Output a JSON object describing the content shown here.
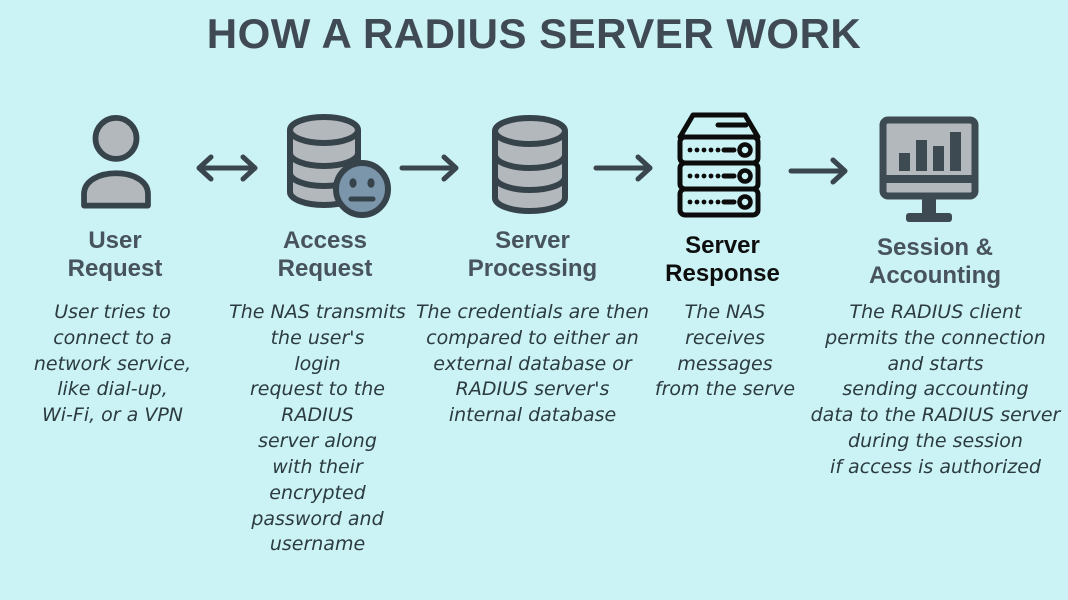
{
  "title": "HOW A RADIUS SERVER WORK",
  "colors": {
    "background": "#cbf2f4",
    "title_text": "#3f4a54",
    "heading_text": "#47535d",
    "heading_text_dark": "#0e0e0e",
    "body_text": "#2b3b40",
    "icon_fill": "#b3b8bd",
    "icon_stroke": "#37434b",
    "face_badge_fill": "#7b95ab",
    "server_rack_stroke": "#0c0c0c",
    "arrow": "#3a464e"
  },
  "steps": [
    {
      "id": "user-request",
      "icon": "person-icon",
      "heading": "User\nRequest",
      "description": "User tries to\nconnect to a\nnetwork service,\nlike dial-up,\nWi-Fi, or a VPN"
    },
    {
      "id": "access-request",
      "icon": "database-face-icon",
      "heading": "Access\nRequest",
      "description": "The NAS transmits\nthe user's\nlogin\nrequest to the\nRADIUS\nserver along\nwith their\nencrypted\npassword and username"
    },
    {
      "id": "server-processing",
      "icon": "database-icon",
      "heading": "Server\nProcessing",
      "description": "The credentials are then\ncompared to either an\nexternal database  or\nRADIUS server's\ninternal database"
    },
    {
      "id": "server-response",
      "icon": "server-rack-icon",
      "heading": "Server\nResponse",
      "description": "The NAS\nreceives\nmessages\nfrom the serve"
    },
    {
      "id": "session-accounting",
      "icon": "monitor-chart-icon",
      "heading": "Session &\nAccounting",
      "description": "The RADIUS client\npermits the connection\nand starts\nsending accounting\ndata to the RADIUS server\nduring the session\nif access is authorized"
    }
  ],
  "arrows": [
    {
      "between": "user-request/access-request",
      "type": "double"
    },
    {
      "between": "access-request/server-processing",
      "type": "single"
    },
    {
      "between": "server-processing/server-response",
      "type": "single"
    },
    {
      "between": "server-response/session-accounting",
      "type": "single"
    }
  ]
}
